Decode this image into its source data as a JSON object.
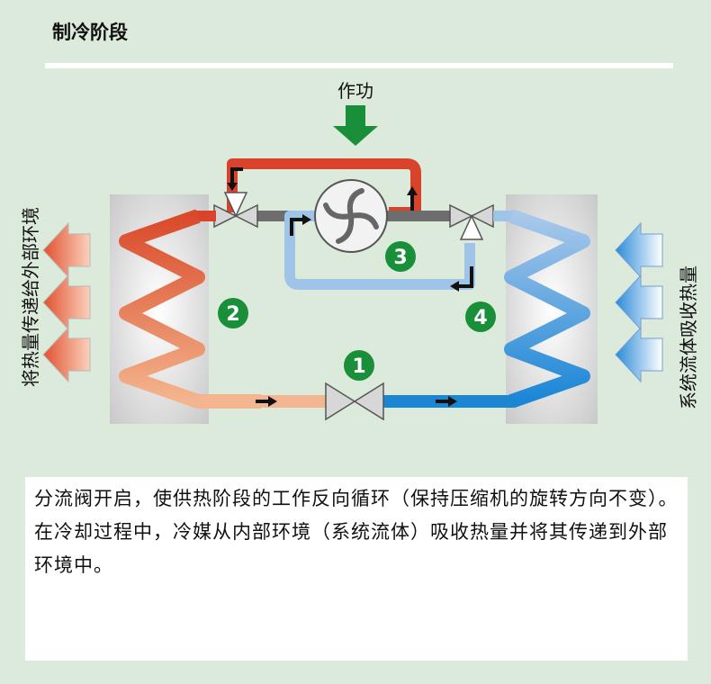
{
  "title": "制冷阶段",
  "diagram": {
    "work_label": "作功",
    "left_label": "将热量传递给外部环境",
    "right_label": "系统流体吸收热量",
    "markers": [
      "1",
      "2",
      "3",
      "4"
    ],
    "colors": {
      "hot": "#d9432b",
      "warm": "#f2a883",
      "cold": "#1b86d2",
      "cool": "#9fc4e8",
      "work_arrow": "#1a8f3a",
      "marker": "#1a8f3a"
    }
  },
  "description": "分流阀开启，使供热阶段的工作反向循环（保持压缩机的旋转方向不变）。在冷却过程中，冷媒从内部环境（系统流体）吸收热量并将其传递到外部环境中。"
}
